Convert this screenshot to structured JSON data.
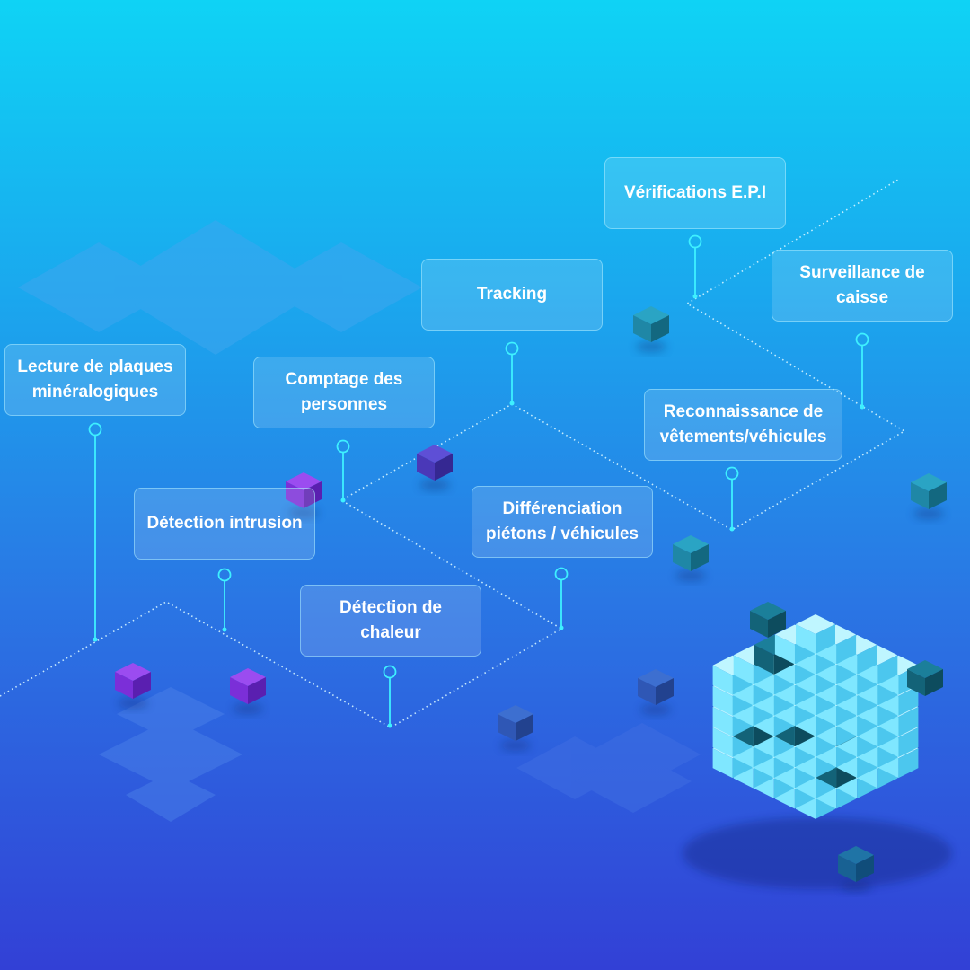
{
  "labels": {
    "verifications_epi": "Vérifications E.P.I",
    "tracking": "Tracking",
    "surveillance_caisse": "Surveillance de caisse",
    "lecture_plaques": "Lecture de plaques minéralogiques",
    "comptage_personnes": "Comptage des personnes",
    "reconnaissance": "Reconnaissance de vêtements/véhicules",
    "detection_intrusion": "Détection intrusion",
    "differenciation": "Différenciation piétons / véhicules",
    "detection_chaleur": "Détection de chaleur"
  },
  "colors": {
    "background_top": "#0fd3f5",
    "background_bottom": "#3240d6",
    "connector": "#3ef0ff",
    "path_dots": "#d7f6ff",
    "cube_purple": "#7b2fd8",
    "cube_teal": "#1f87a6",
    "cube_light": "#7fe7ff"
  }
}
